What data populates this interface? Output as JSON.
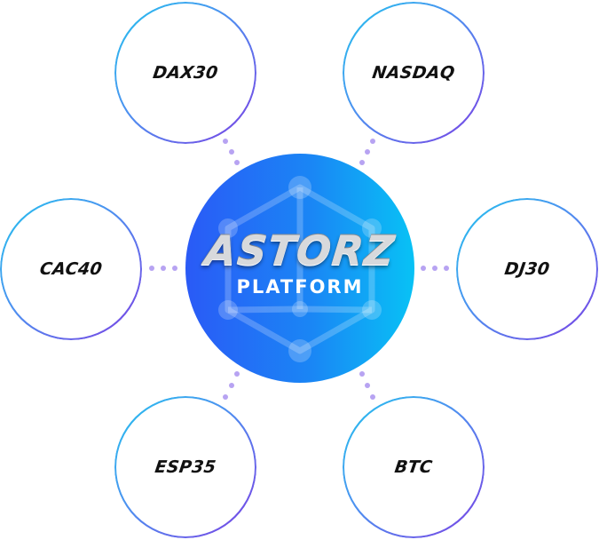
{
  "center": {
    "title": "ASTORZ",
    "subtitle": "PLATFORM",
    "gradient_start": "#2a5af6",
    "gradient_end": "#08c2f5",
    "icon": "network-hexagon-icon"
  },
  "nodes": [
    {
      "label": "DAX30"
    },
    {
      "label": "NASDAQ"
    },
    {
      "label": "CAC40"
    },
    {
      "label": "DJ30"
    },
    {
      "label": "ESP35"
    },
    {
      "label": "BTC"
    }
  ],
  "colors": {
    "ring_start": "#22c4ee",
    "ring_end": "#7b3fe4",
    "connector_dots": "#b7a3f2"
  }
}
